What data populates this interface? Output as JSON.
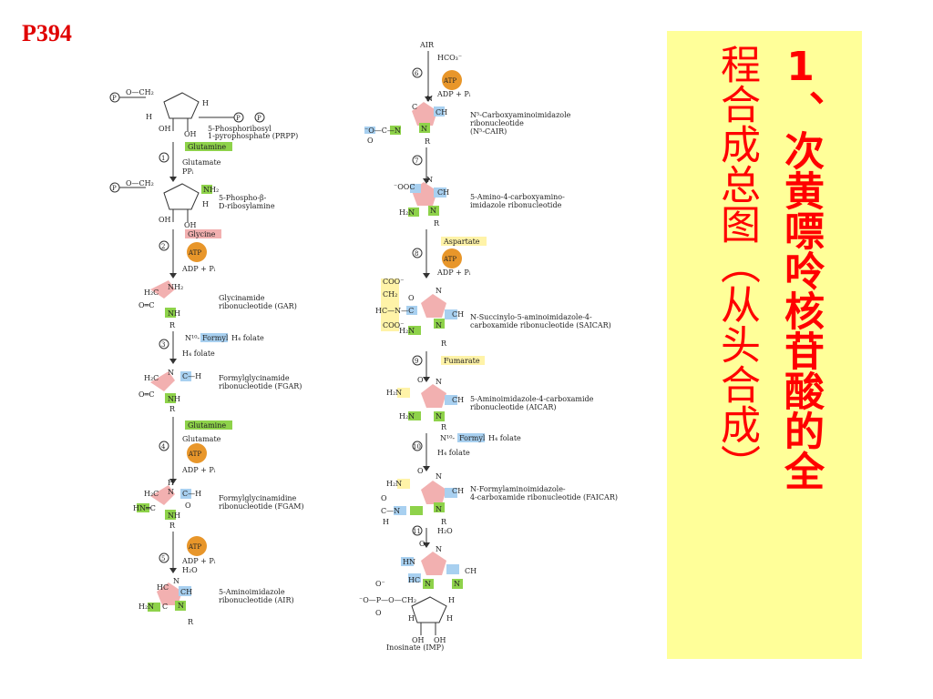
{
  "page_label": "P394",
  "title_line1": "1、次黄嘌呤核苷酸的全",
  "title_line2": "程合成总图（从头合成）",
  "colors": {
    "atp": "#e8962a",
    "glutamine": "#8ed24a",
    "glycine": "#f2b0b0",
    "formyl": "#a8d0f0",
    "aspartate": "#fff3a8",
    "fumarate": "#fff3a8",
    "sticky": "#ffff99",
    "title": "#ff0000"
  },
  "left": {
    "prpp_name": "5-Phosphoribosyl",
    "prpp_name2": "1-pyrophosphate (PRPP)",
    "s1_cofactor": "Glutamine",
    "s1_num": "1",
    "s1_out1": "Glutamate",
    "s1_out2": "PPᵢ",
    "pra_name": "5-Phospho-β-",
    "pra_name2": "D-ribosylamine",
    "s2_cofactor": "Glycine",
    "s2_num": "2",
    "atp": "ATP",
    "adp": "ADP + Pᵢ",
    "gar_name": "Glycinamide",
    "gar_name2": "ribonucleotide (GAR)",
    "s3_num": "3",
    "s3_in_pre": "N¹⁰-",
    "s3_in_tag": "Formyl",
    "s3_in_post": "H₄ folate",
    "s3_out": "H₄ folate",
    "fgar_name": "Formylglycinamide",
    "fgar_name2": "ribonucleotide (FGAR)",
    "s4_cofactor": "Glutamine",
    "s4_num": "4",
    "s4_out1": "Glutamate",
    "fgam_name": "Formylglycinamidine",
    "fgam_name2": "ribonucleotide (FGAM)",
    "s5_num": "5",
    "s5_out2": "H₂O",
    "air_name": "5-Aminoimidazole",
    "air_name2": "ribonucleotide (AIR)"
  },
  "right": {
    "air_top": "AIR",
    "s6_num": "6",
    "hco3": "HCO₃⁻",
    "cair_name": "N⁵-Carboxyaminoimidazole",
    "cair_name2": "ribonucleotide",
    "cair_name3": "(N⁵-CAIR)",
    "s7_num": "7",
    "cair2_name": "5-Amino-4-carboxyamino-",
    "cair2_name2": "imidazole ribonucleotide",
    "s8_cofactor": "Aspartate",
    "s8_num": "8",
    "saicar_name": "N-Succinylo-5-aminoimidazole-4-",
    "saicar_name2": "carboxamide ribonucleotide (SAICAR)",
    "s9_num": "9",
    "s9_out": "Fumarate",
    "aicar_name": "5-Aminoimidazole-4-carboxamide",
    "aicar_name2": "ribonucleotide (AICAR)",
    "s10_num": "10",
    "s10_out": "H₄ folate",
    "faicar_name": "N-Formylaminoimidazole-",
    "faicar_name2": "4-carboxamide ribonucleotide (FAICAR)",
    "s11_num": "11",
    "s11_out": "H₂O",
    "imp_name": "Inosinate (IMP)"
  }
}
